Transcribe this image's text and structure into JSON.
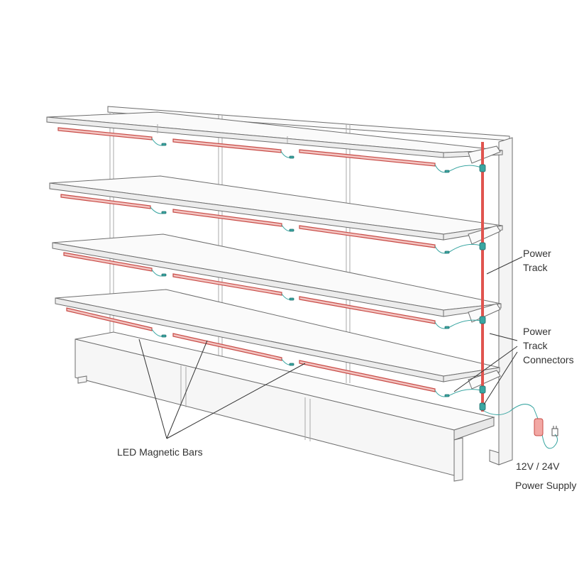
{
  "labels": {
    "power_track": [
      "Power",
      "Track"
    ],
    "power_track_connectors": [
      "Power",
      "Track",
      "Connectors"
    ],
    "led_magnetic_bars": "LED Magnetic Bars",
    "voltage": "12V / 24V",
    "power_supply": "Power Supply"
  },
  "colors": {
    "led_bar": "#f2c3c0",
    "power_track": "#e0544f",
    "wire": "#3aa6a2",
    "outline": "#6e6e6e"
  },
  "icons": {
    "power_supply": "power-supply-icon",
    "plug": "plug-icon"
  }
}
